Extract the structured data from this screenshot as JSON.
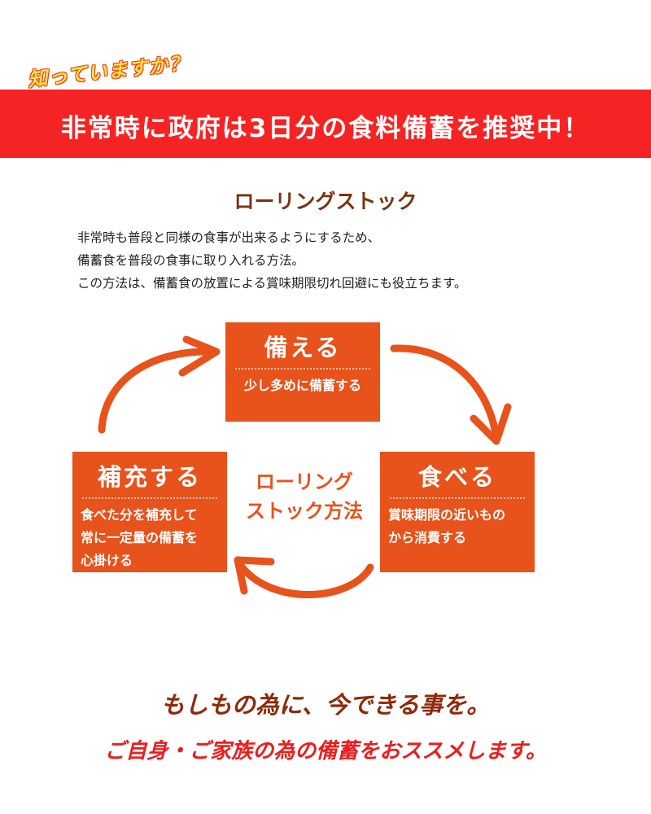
{
  "banner": {
    "tagline": "知っていますか？",
    "headline": "非常時に政府は3日分の食料備蓄を推奨中！"
  },
  "section": {
    "title": "ローリングストック",
    "paragraph": [
      "非常時も普段と同様の食事が出来るようにするため、",
      "備蓄食を普段の食事に取り入れる方法。",
      "この方法は、備蓄食の放置による賞味期限切れ回避にも役立ちます。"
    ]
  },
  "cycle": {
    "center": [
      "ローリング",
      "ストック方法"
    ],
    "steps": [
      {
        "title": "備える",
        "lines": [
          "少し多めに備蓄する"
        ]
      },
      {
        "title": "食べる",
        "lines": [
          "賞味期限の近いもの",
          "から消費する"
        ]
      },
      {
        "title": "補充する",
        "lines": [
          "食べた分を補充して",
          "常に一定量の備蓄を",
          "心掛ける"
        ]
      }
    ],
    "color": "#e8521b"
  },
  "footer": {
    "line1": "もしもの為に、今できる事を。",
    "line2": "ご自身・ご家族の為の備蓄をおススメします。"
  }
}
